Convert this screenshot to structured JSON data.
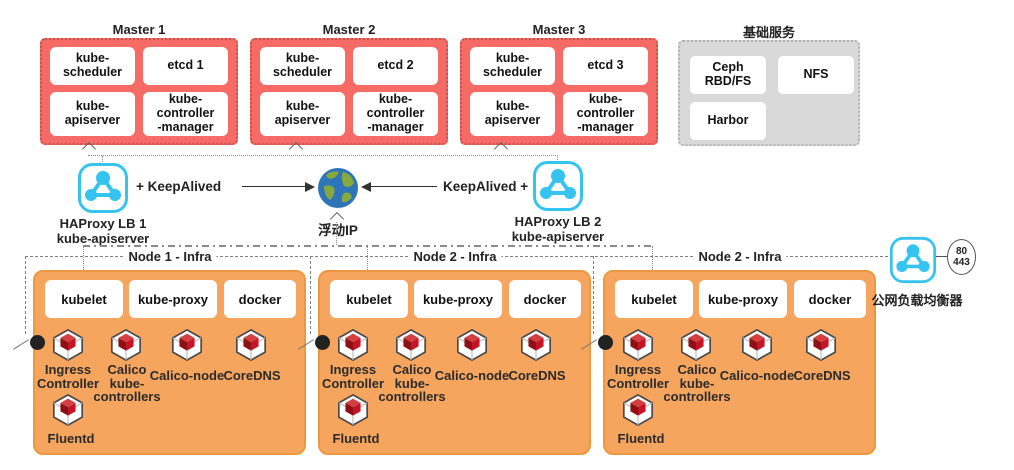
{
  "masters": [
    {
      "title": "Master 1",
      "cells": [
        "kube-\nscheduler",
        "etcd 1",
        "kube-\napiserver",
        "kube-\ncontroller\n-manager"
      ]
    },
    {
      "title": "Master 2",
      "cells": [
        "kube-\nscheduler",
        "etcd 2",
        "kube-\napiserver",
        "kube-\ncontroller\n-manager"
      ]
    },
    {
      "title": "Master 3",
      "cells": [
        "kube-\nscheduler",
        "etcd 3",
        "kube-\napiserver",
        "kube-\ncontroller\n-manager"
      ]
    }
  ],
  "base_services": {
    "title": "基础服务",
    "items": [
      "Ceph\nRBD/FS",
      "NFS",
      "Harbor"
    ]
  },
  "control_plane": {
    "keepalived_left": "+ KeepAlived",
    "keepalived_right": "KeepAlived +",
    "floating_ip_label": "浮动IP",
    "lb1_name": "HAProxy LB 1",
    "lb1_sub": "kube-apiserver",
    "lb2_name": "HAProxy LB 2",
    "lb2_sub": "kube-apiserver"
  },
  "public_lb": {
    "name": "公网负载均衡器",
    "ports": "80\n443"
  },
  "nodes": [
    {
      "title": "Node 1 - Infra",
      "daemons": [
        "kubelet",
        "kube-proxy",
        "docker"
      ],
      "pods": [
        "Ingress\nController",
        "Calico\nkube-\ncontrollers",
        "Calico-node",
        "CoreDNS",
        "Fluentd"
      ]
    },
    {
      "title": "Node 2 - Infra",
      "daemons": [
        "kubelet",
        "kube-proxy",
        "docker"
      ],
      "pods": [
        "Ingress\nController",
        "Calico\nkube-\ncontrollers",
        "Calico-node",
        "CoreDNS",
        "Fluentd"
      ]
    },
    {
      "title": "Node 2 - Infra",
      "daemons": [
        "kubelet",
        "kube-proxy",
        "docker"
      ],
      "pods": [
        "Ingress\nController",
        "Calico\nkube-\ncontrollers",
        "Calico-node",
        "CoreDNS",
        "Fluentd"
      ]
    }
  ],
  "colors": {
    "master_fill": "#F76B66",
    "node_fill": "#F6A55F",
    "accent_cyan": "#35C4F0",
    "service_gray": "#D9D9D9",
    "pod_red": "#C41425",
    "globe_blue": "#2E74B8",
    "globe_green": "#86A93F"
  }
}
